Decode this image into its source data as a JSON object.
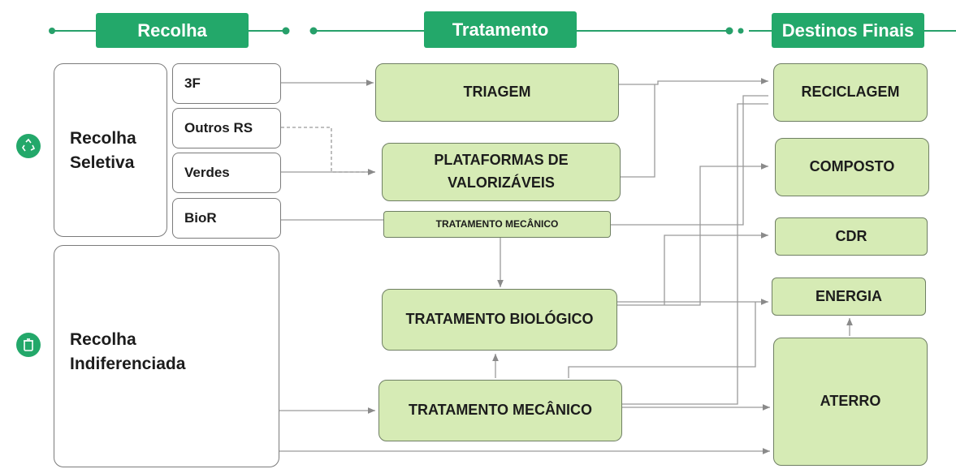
{
  "headers": {
    "recolha": "Recolha",
    "tratamento": "Tratamento",
    "destinos": "Destinos Finais"
  },
  "recolha": {
    "seletiva_line1": "Recolha",
    "seletiva_line2": "Seletiva",
    "indiferenciada_line1": "Recolha",
    "indiferenciada_line2": "Indiferenciada",
    "streams": [
      "3F",
      "Outros RS",
      "Verdes",
      "BioR"
    ]
  },
  "tratamento": {
    "triagem": "TRIAGEM",
    "plataformas_line1": "PLATAFORMAS DE",
    "plataformas_line2": "VALORIZÁVEIS",
    "tm_small": "TRATAMENTO MECÂNICO",
    "biologico": "TRATAMENTO BIOLÓGICO",
    "mecanico": "TRATAMENTO MECÂNICO"
  },
  "destinos": {
    "reciclagem": "RECICLAGEM",
    "composto": "COMPOSTO",
    "cdr": "CDR",
    "energia": "ENERGIA",
    "aterro": "ATERRO"
  },
  "icons": {
    "seletiva": "recycle-icon",
    "indiferenciada": "trash-bin-icon"
  },
  "colors": {
    "header_green": "#23a86a",
    "box_green": "#d6ebb5"
  }
}
